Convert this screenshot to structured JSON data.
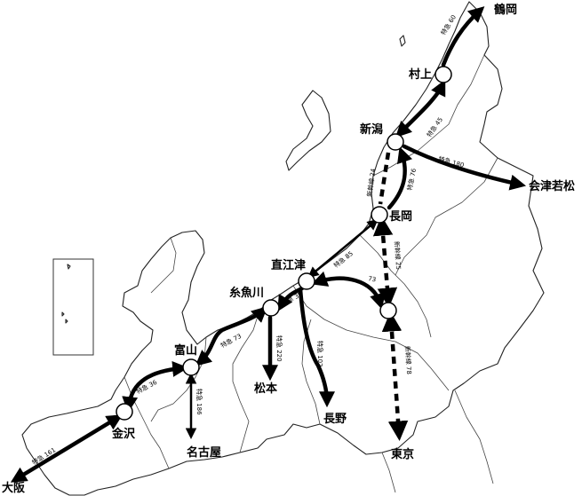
{
  "stations": {
    "tsuruoka": "鶴岡",
    "murakami": "村上",
    "niigata": "新潟",
    "aizu": "会津若松",
    "nagaoka": "長岡",
    "naoetsu": "直江津",
    "itoigawa": "糸魚川",
    "toyama": "富山",
    "matsumoto": "松本",
    "nagano": "長野",
    "kanazawa": "金沢",
    "nagoya": "名古屋",
    "osaka": "大阪",
    "tokyo": "東京",
    "takasaki": ""
  },
  "routes": {
    "murakami_tsuruoka": "特急 60",
    "niigata_murakami": "特急 45",
    "niigata_aizu": "特急 180",
    "niigata_nagaoka_shinkansen": "新幹線 24",
    "niigata_nagaoka_express": "特急 76",
    "nagaoka_tokyo": "新幹線 25",
    "naoetsu_nagaoka": "特急 85",
    "naoetsu_takasaki": "73",
    "itoigawa_naoetsu": "特急 38",
    "itoigawa_matsumoto": "特急 220",
    "naoetsu_nagano": "特急 102",
    "toyama_itoigawa": "特急 73",
    "kanazawa_toyama": "特急 36",
    "toyama_nagoya": "特急 186",
    "osaka_kanazawa": "特急 161",
    "takasaki_tokyo": "新幹線 78"
  }
}
